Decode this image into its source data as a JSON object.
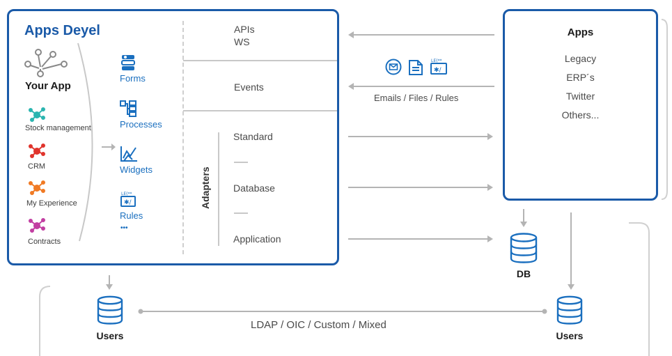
{
  "main_panel": {
    "title": "Apps Deyel",
    "your_app": "Your App",
    "apps": [
      {
        "label": "Stock management",
        "color": "#2bb5b0"
      },
      {
        "label": "CRM",
        "color": "#e0342c"
      },
      {
        "label": "My Experience",
        "color": "#f07a24"
      },
      {
        "label": "Contracts",
        "color": "#c23ea2"
      }
    ],
    "tools": [
      {
        "label": "Forms",
        "icon": "forms-icon"
      },
      {
        "label": "Processes",
        "icon": "processes-icon"
      },
      {
        "label": "Widgets",
        "icon": "widgets-icon"
      },
      {
        "label": "Rules",
        "icon": "rules-icon"
      }
    ],
    "more": "•••",
    "interfaces": {
      "apis": "APIs",
      "ws": "WS",
      "events": "Events"
    },
    "adapters": {
      "title": "Adapters",
      "items": [
        "Standard",
        "Database",
        "Application"
      ]
    }
  },
  "middle": {
    "channel_label": "Emails / Files / Rules",
    "icons": [
      "email-icon",
      "file-icon",
      "rules-icon"
    ]
  },
  "apps_panel": {
    "title": "Apps",
    "items": [
      "Legacy",
      "ERP´s",
      "Twitter",
      "Others..."
    ]
  },
  "db_label": "DB",
  "users_left": "Users",
  "users_right": "Users",
  "connector_label": "LDAP / OIC / Custom / Mixed",
  "colors": {
    "panel_border": "#1a5aa8",
    "accent": "#1a6fbf",
    "arrow": "#b4b4b4"
  }
}
